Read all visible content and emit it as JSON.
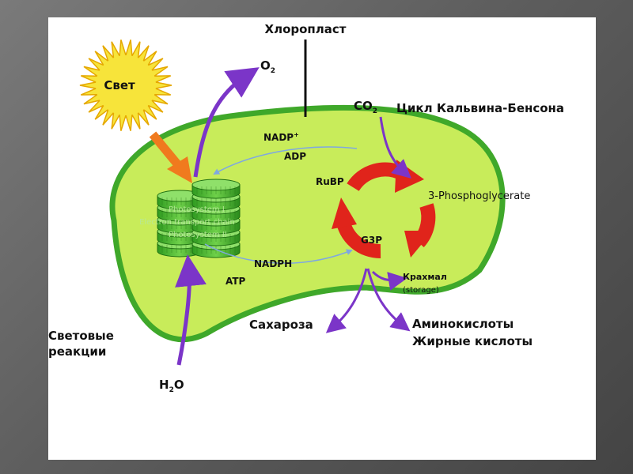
{
  "labels": {
    "chloroplast": "Хлоропласт",
    "light": "Свет",
    "o2": "O",
    "o2_sub": "2",
    "co2": "CO",
    "co2_sub": "2",
    "calvin_cycle": "Цикл Кальвина-Бенсона",
    "nadp_plus": "NADP",
    "nadp_plus_sup": "+",
    "adp": "ADP",
    "rubp": "RuBP",
    "phosphoglycerate": "3-Phosphoglycerate",
    "g3p": "G3P",
    "nadph": "NADPH",
    "atp": "ATP",
    "starch": "Крахмал",
    "storage": "(storage)",
    "sucrose": "Сахароза",
    "amino_acids": "Аминокислоты",
    "fatty_acids": "Жирные кислоты",
    "light_reactions_line1": "Световые",
    "light_reactions_line2": "реакции",
    "h2o_h": "H",
    "h2o_sub": "2",
    "h2o_o": "O",
    "photosystem_1": "Photosystem I",
    "electron_chain": "Electron transport chain",
    "photosystem_2": "Photosystem II"
  },
  "colors": {
    "chloroplast_fill": "#c8ec5a",
    "chloroplast_stroke": "#3fa82a",
    "sun": "#f7e43a",
    "sun_stroke": "#e5a800",
    "light_arrow": "#f07a1e",
    "purple_arrow": "#7b35c8",
    "cycle_red": "#e0241b",
    "thin_arrow": "#7fa8e0",
    "thylakoid": "#3cae2a"
  }
}
